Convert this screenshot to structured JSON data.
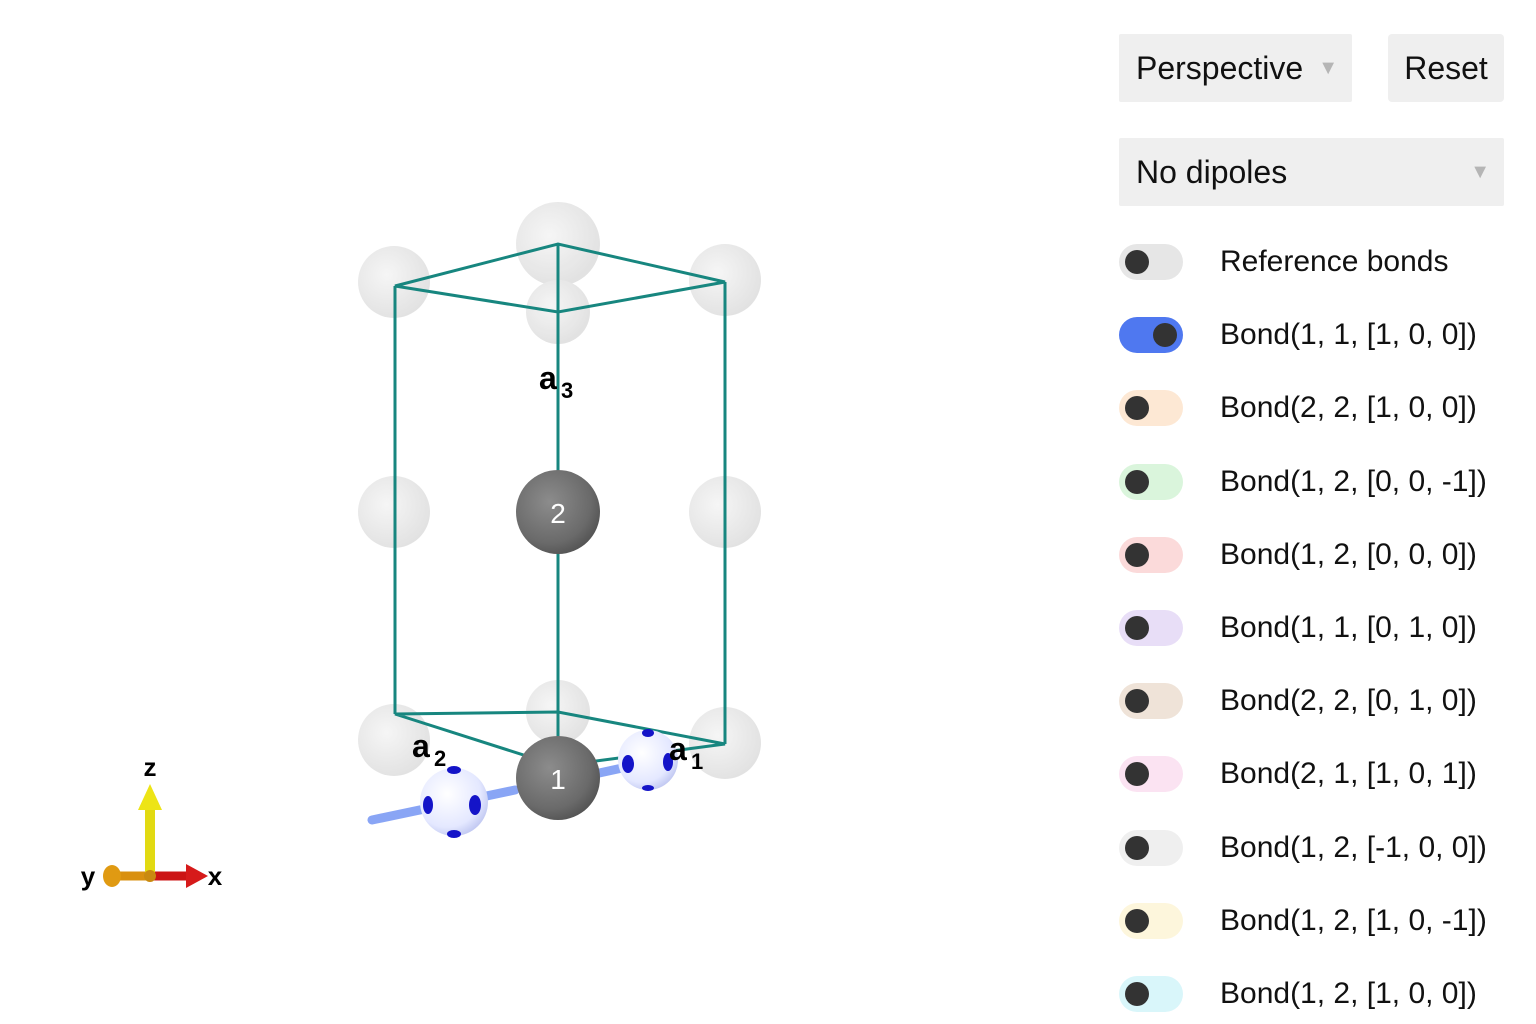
{
  "viewer": {
    "lattice_labels": {
      "a1": "a",
      "a1_sub": "1",
      "a2": "a",
      "a2_sub": "2",
      "a3": "a",
      "a3_sub": "3"
    },
    "atom_labels": {
      "atom1": "1",
      "atom2": "2"
    },
    "axes_labels": {
      "x": "x",
      "y": "y",
      "z": "z"
    },
    "colors": {
      "cell_edges": "#17867f",
      "atom": "#6e6e6e",
      "ghost_atom": "#e2e2e2",
      "dipole_sphere": "#e8ecff",
      "dipole_arrow": "#7d9cf5",
      "x_axis": "#d61a1a",
      "y_axis": "#e0a010",
      "z_axis": "#e8e01a"
    }
  },
  "controls": {
    "projection_select": {
      "value": "Perspective"
    },
    "reset_button": {
      "label": "Reset"
    },
    "dipole_select": {
      "value": "No dipoles"
    }
  },
  "bond_toggles": [
    {
      "label": "Reference bonds",
      "on": false,
      "color": "#e6e6e6"
    },
    {
      "label": "Bond(1, 1, [1, 0, 0])",
      "on": true,
      "color": "#4f78f0"
    },
    {
      "label": "Bond(2, 2, [1, 0, 0])",
      "on": false,
      "color": "#fde8d4"
    },
    {
      "label": "Bond(1, 2, [0, 0, -1])",
      "on": false,
      "color": "#daf5dc"
    },
    {
      "label": "Bond(1, 2, [0, 0, 0])",
      "on": false,
      "color": "#fbdada"
    },
    {
      "label": "Bond(1, 1, [0, 1, 0])",
      "on": false,
      "color": "#e8def7"
    },
    {
      "label": "Bond(2, 2, [0, 1, 0])",
      "on": false,
      "color": "#efe3d8"
    },
    {
      "label": "Bond(2, 1, [1, 0, 1])",
      "on": false,
      "color": "#fbe3f2"
    },
    {
      "label": "Bond(1, 2, [-1, 0, 0])",
      "on": false,
      "color": "#efefef"
    },
    {
      "label": "Bond(1, 2, [1, 0, -1])",
      "on": false,
      "color": "#fdf6dc"
    },
    {
      "label": "Bond(1, 2, [1, 0, 0])",
      "on": false,
      "color": "#d9f6fa"
    }
  ]
}
